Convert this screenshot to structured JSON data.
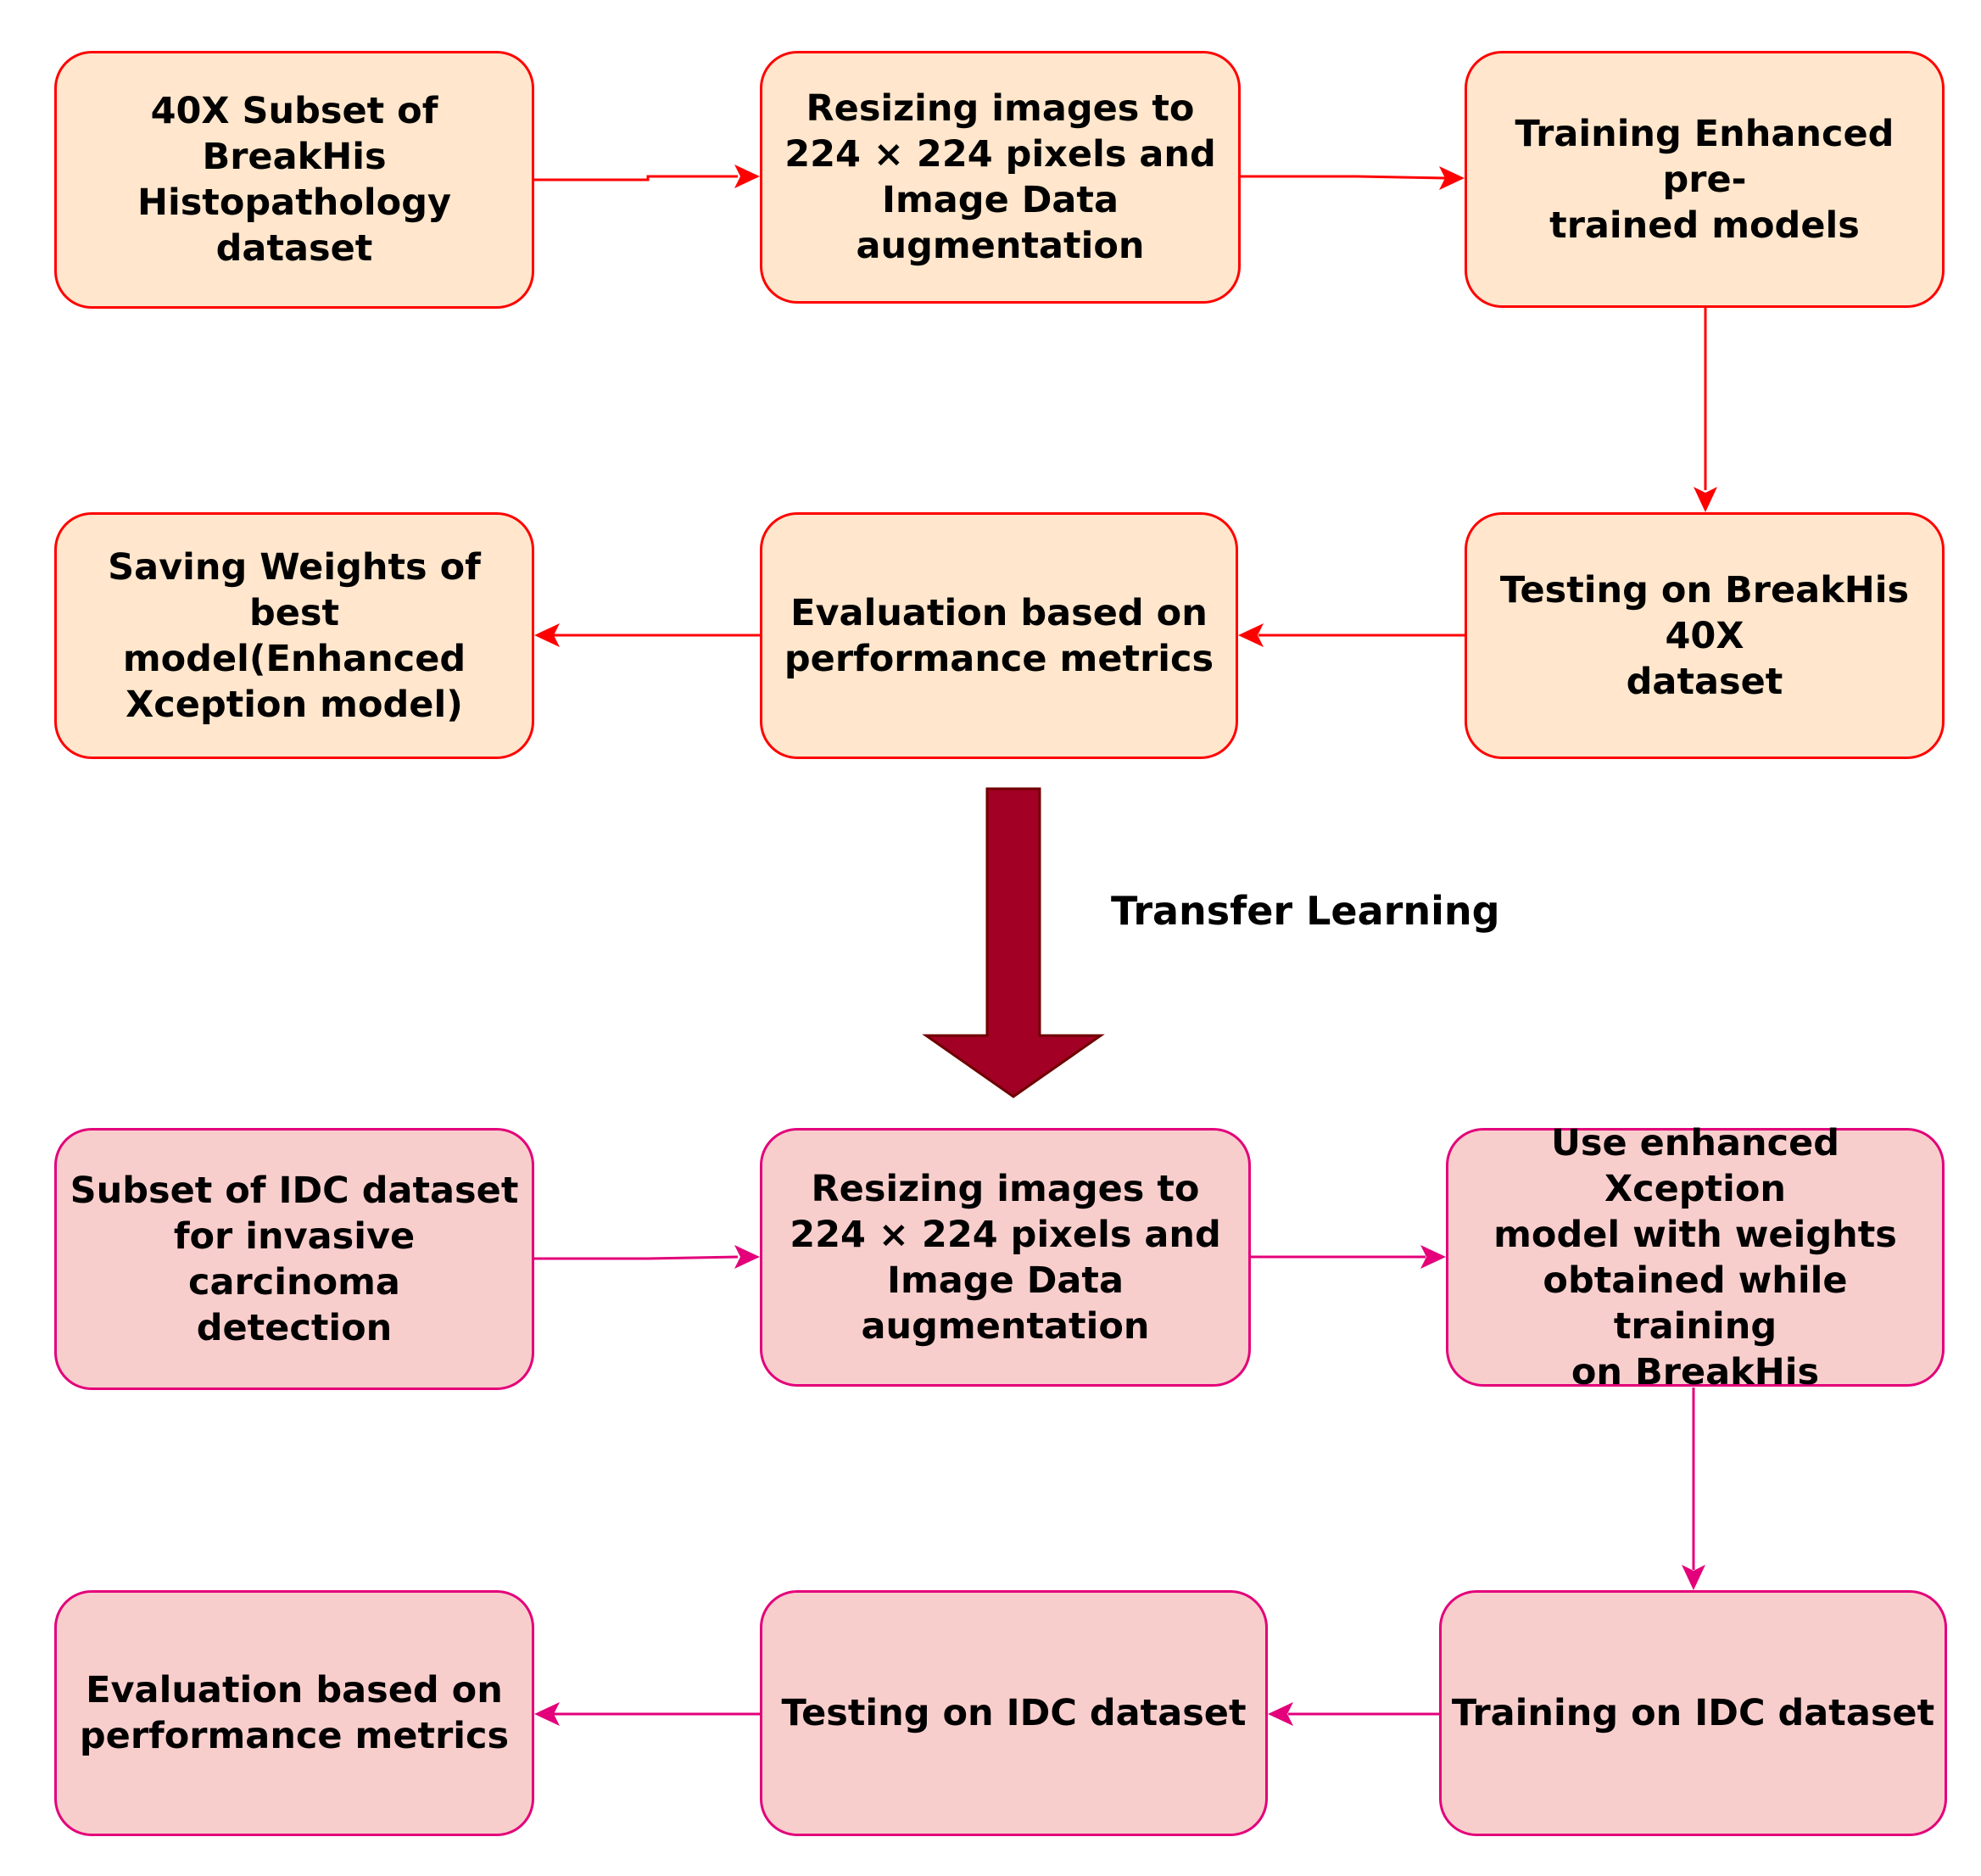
{
  "colors": {
    "top_fill": "#ffe6cc",
    "top_stroke": "#ff0000",
    "bottom_fill": "#f8cecc",
    "bottom_stroke": "#e3007a",
    "transfer_arrow": "#a20025"
  },
  "top_flow": {
    "breakhis_subset": "40X Subset of BreakHis\nHistopathology  dataset",
    "resize_augment": "Resizing images to\n224 × 224 pixels and\nImage Data\naugmentation",
    "train_pretrained": "Training Enhanced pre-\ntrained models",
    "test_breakhis": "Testing on BreakHis 40X\ndataset",
    "evaluation": "Evaluation based on\nperformance metrics",
    "save_weights": "Saving Weights of best\nmodel(Enhanced\nXception model)"
  },
  "transfer": {
    "label": "Transfer Learning"
  },
  "bottom_flow": {
    "idc_subset": "Subset of IDC dataset\nfor invasive carcinoma\ndetection",
    "resize_augment": "Resizing images to\n224 × 224 pixels and\nImage Data\naugmentation",
    "use_xception": "Use enhanced Xception\nmodel with weights\nobtained while training\non BreakHis",
    "train_idc": "Training on IDC dataset",
    "test_idc": "Testing on IDC dataset",
    "evaluation": "Evaluation based on\nperformance metrics"
  }
}
